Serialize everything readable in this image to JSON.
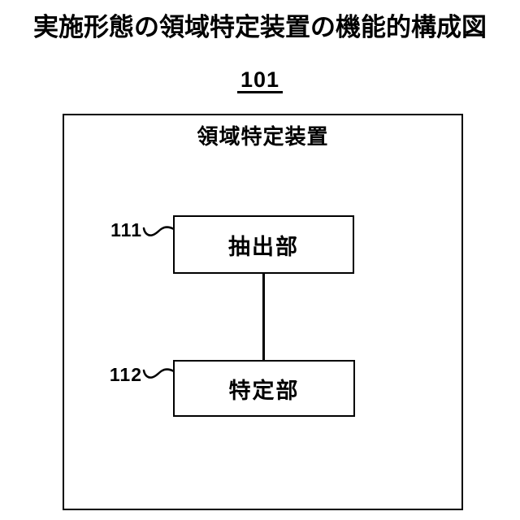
{
  "diagram": {
    "title": "実施形態の領域特定装置の機能的構成図",
    "figure_ref": "101",
    "device": {
      "label": "領域特定装置",
      "blocks": [
        {
          "ref": "111",
          "label": "抽出部"
        },
        {
          "ref": "112",
          "label": "特定部"
        }
      ]
    },
    "colors": {
      "line": "#000000",
      "background": "#ffffff",
      "text": "#000000"
    }
  }
}
